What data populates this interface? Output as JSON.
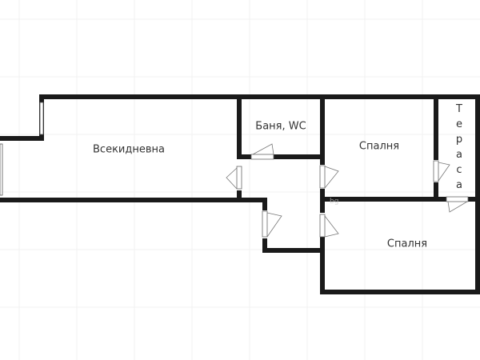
{
  "plan": {
    "rooms": [
      {
        "id": "living",
        "label": "Всекидневна"
      },
      {
        "id": "bath",
        "label": "Баня, WC"
      },
      {
        "id": "bedroom1",
        "label": "Спалня"
      },
      {
        "id": "terrace",
        "label": "Тераса"
      },
      {
        "id": "bedroom2",
        "label": "Спалня"
      }
    ],
    "watermark": "bg",
    "colors": {
      "wall": "#1a1a1a",
      "background": "#ffffff",
      "grid": "#f2f2f2"
    }
  }
}
